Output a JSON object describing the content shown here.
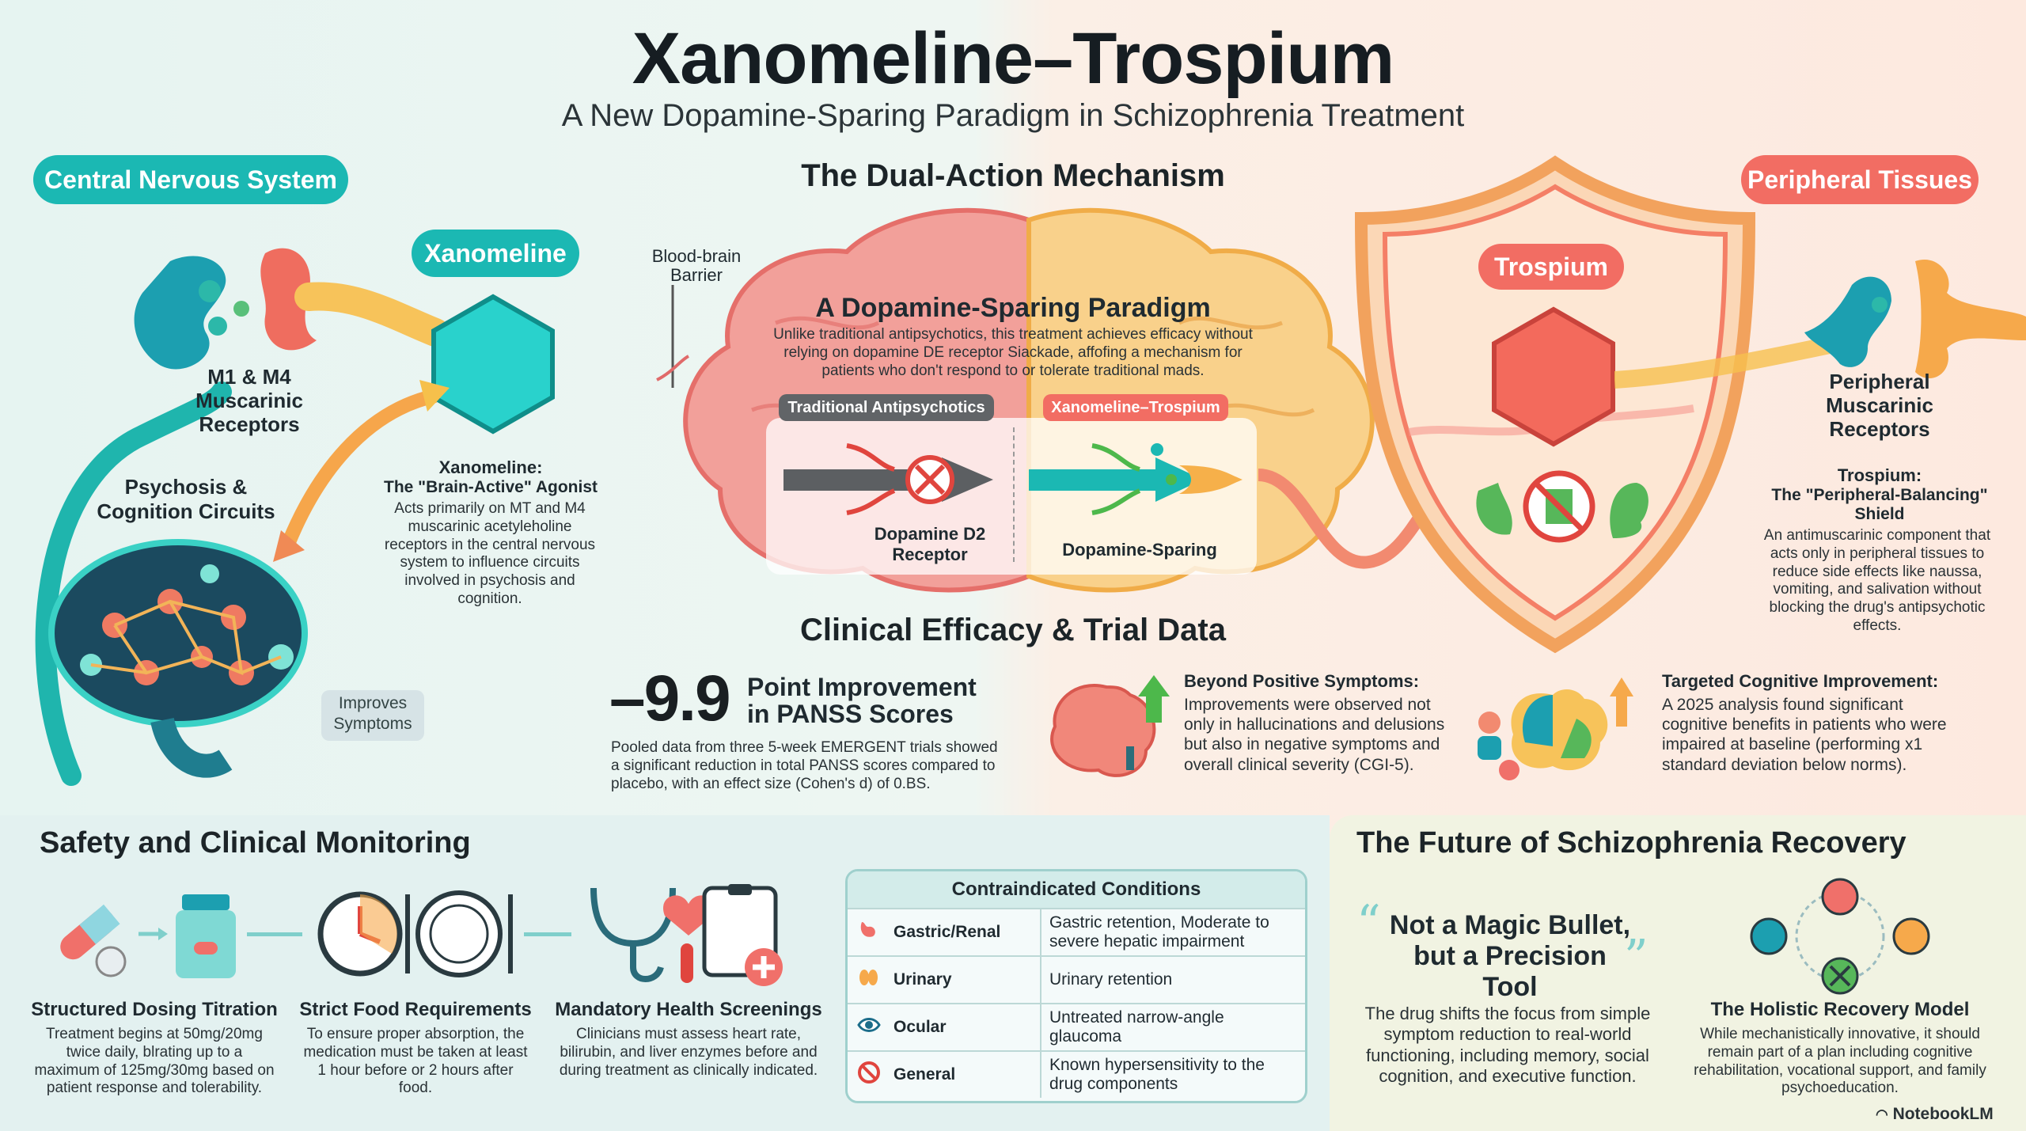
{
  "header": {
    "title": "Xanomeline–Trospium",
    "subtitle": "A New Dopamine-Sparing Paradigm in Schizophrenia Treatment"
  },
  "colors": {
    "teal": "#1bb8b3",
    "coral": "#f0706a",
    "orange": "#f5b24a"
  },
  "cns": {
    "tag": "Central Nervous System",
    "receptors": "M1 & M4 Muscarinic Receptors",
    "circuits": "Psychosis & Cognition Circuits",
    "improves": "Improves Symptoms",
    "drug_tag": "Xanomeline",
    "drug_title": "Xanomeline:",
    "drug_subtitle": "The \"Brain-Active\" Agonist",
    "drug_desc": "Acts primarily on MT and M4 muscarinic acetyleholine receptors in the central nervous system to influence circuits involved in psychosis and cognition."
  },
  "mechanism": {
    "title": "The Dual-Action Mechanism",
    "bbb": "Blood-brain Barrier",
    "paradigm_title": "A Dopamine-Sparing Paradigm",
    "paradigm_desc": "Unlike traditional antipsychotics, this treatment achieves efficacy without relying on dopamine DE receptor Siackade, affofing a mechanism for patients who don't respond to or tolerate traditional mads.",
    "traditional_tag": "Traditional Antipsychotics",
    "xt_tag": "Xanomeline–Trospium",
    "d2_label": "Dopamine D2 Receptor",
    "sparing_label": "Dopamine-Sparing"
  },
  "peripheral": {
    "tag": "Peripheral Tissues",
    "drug_tag": "Trospium",
    "receptors": "Peripheral Muscarinic Receptors",
    "drug_title": "Trospium:",
    "drug_subtitle": "The \"Peripheral-Balancing\" Shield",
    "drug_desc": "An antimuscarinic component that acts only in peripheral tissues to reduce side effects like naussa, vomiting, and salivation without blocking the drug's antipsychotic effects."
  },
  "efficacy": {
    "title": "Clinical Efficacy & Trial Data",
    "big_number": "–9.9",
    "big_label": "Point Improvement in PANSS Scores",
    "big_desc": "Pooled data from three 5-week EMERGENT trials showed a significant reduction in total PANSS scores compared to placebo, with an effect size (Cohen's d) of 0.BS.",
    "positive_title": "Beyond Positive Symptoms:",
    "positive_desc": "Improvements were observed not only in hallucinations and delusions but also in negative symptoms and overall clinical severity (CGI-5).",
    "cognitive_title": "Targeted Cognitive Improvement:",
    "cognitive_desc": "A 2025 analysis found significant cognitive benefits in patients who were impaired at baseline (performing x1 standard deviation below norms)."
  },
  "safety": {
    "title": "Safety and Clinical Monitoring",
    "steps": [
      {
        "title": "Structured Dosing Titration",
        "desc": "Treatment begins at 50mg/20mg twice daily, blrating up to a maximum of 125mg/30mg based on patient response and tolerability."
      },
      {
        "title": "Strict Food Requirements",
        "desc": "To ensure proper absorption, the medication must be taken at least 1 hour before or 2 hours after food."
      },
      {
        "title": "Mandatory Health Screenings",
        "desc": "Clinicians must assess heart rate, bilirubin, and liver enzymes before and during treatment as clinically indicated."
      }
    ],
    "contra_title": "Contraindicated Conditions",
    "contra": [
      {
        "category": "Gastric/Renal",
        "condition": "Gastric retention, Moderate to severe hepatic impairment"
      },
      {
        "category": "Urinary",
        "condition": "Urinary retention"
      },
      {
        "category": "Ocular",
        "condition": "Untreated narrow-angle glaucoma"
      },
      {
        "category": "General",
        "condition": "Known hypersensitivity to the drug components"
      }
    ]
  },
  "future": {
    "title": "The Future of Schizophrenia Recovery",
    "quote": "Not a Magic Bullet, but a Precision Tool",
    "quote_desc": "The drug shifts the focus from simple symptom reduction to real-world functioning, including memory, social cognition, and executive function.",
    "model_title": "The Holistic Recovery Model",
    "model_desc": "While mechanistically innovative, it should remain part of a plan including cognitive rehabilitation, vocational support, and family psychoeducation."
  },
  "footer": {
    "brand": "NotebookLM"
  }
}
